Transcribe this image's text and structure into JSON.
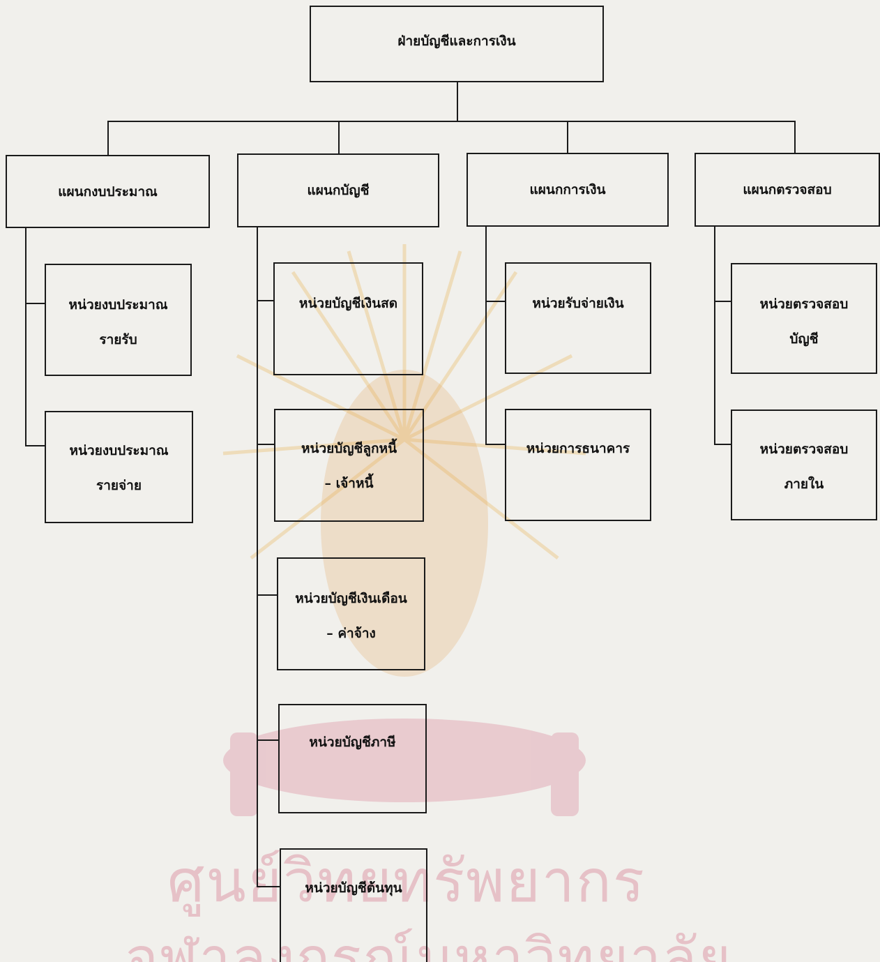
{
  "top": {
    "label": "ฝ่ายบัญชีและการเงิน"
  },
  "departments": [
    {
      "label": "แผนกงบประมาณ",
      "units": [
        {
          "line1": "หน่วยงบประมาณ",
          "line2": "รายรับ"
        },
        {
          "line1": "หน่วยงบประมาณ",
          "line2": "รายจ่าย"
        }
      ]
    },
    {
      "label": "แผนกบัญชี",
      "units": [
        {
          "line1": "หน่วยบัญชีเงินสด",
          "line2": ""
        },
        {
          "line1": "หน่วยบัญชีลูกหนี้",
          "line2": "– เจ้าหนี้"
        },
        {
          "line1": "หน่วยบัญชีเงินเดือน",
          "line2": "– ค่าจ้าง"
        },
        {
          "line1": "หน่วยบัญชีภาษี",
          "line2": ""
        },
        {
          "line1": "หน่วยบัญชีต้นทุน",
          "line2": ""
        }
      ]
    },
    {
      "label": "แผนกการเงิน",
      "units": [
        {
          "line1": "หน่วยรับจ่ายเงิน",
          "line2": ""
        },
        {
          "line1": "หน่วยการธนาคาร",
          "line2": ""
        }
      ]
    },
    {
      "label": "แผนกตรวจสอบ",
      "units": [
        {
          "line1": "หน่วยตรวจสอบ",
          "line2": "บัญชี"
        },
        {
          "line1": "หน่วยตรวจสอบ",
          "line2": "ภายใน"
        }
      ]
    }
  ],
  "watermark": {
    "line1": "ศูนย์วิทยทรัพยากร",
    "line2": "จุฬาลงกรณ์มหาวิทยาลัย"
  },
  "colors": {
    "line": "#1a1a1a",
    "watermark": "#d98a9c",
    "paper": "#f1f0ec"
  }
}
